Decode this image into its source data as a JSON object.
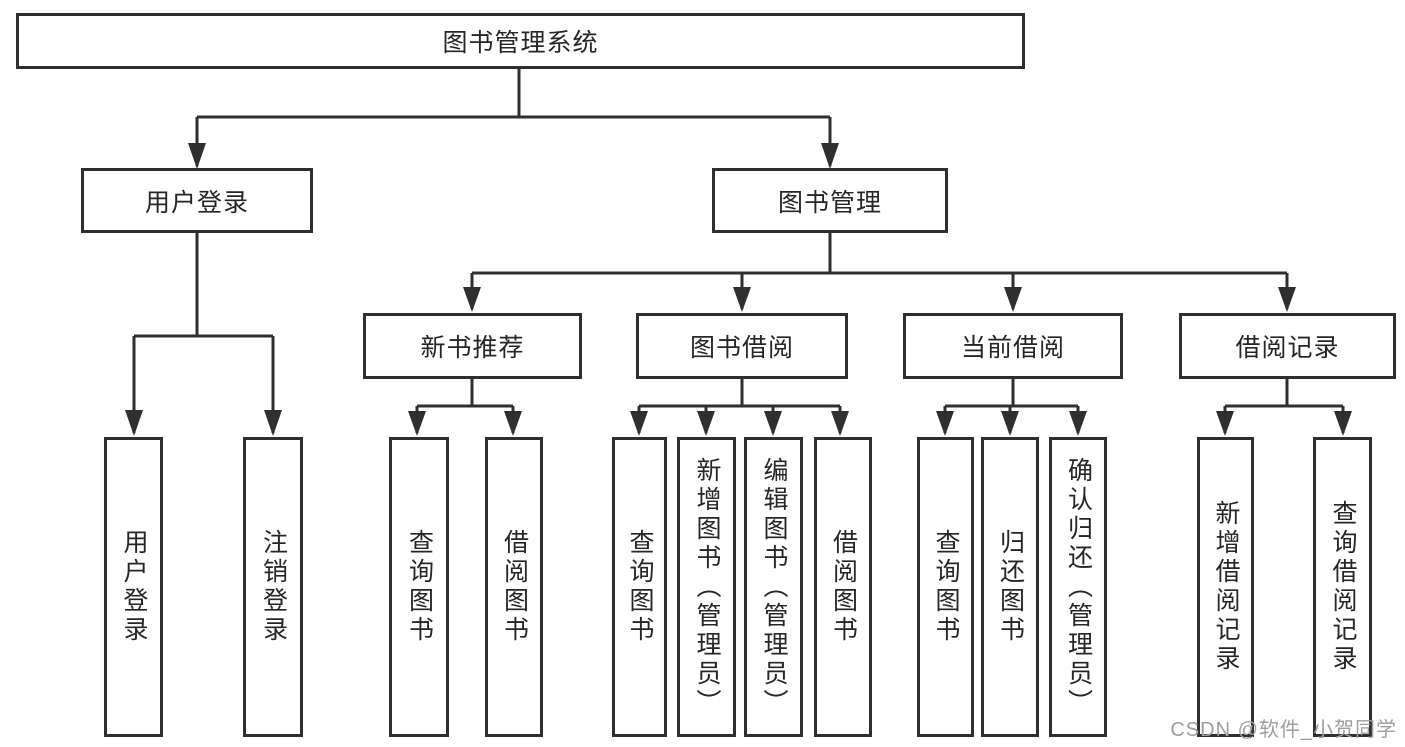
{
  "tree": {
    "root": {
      "label": "图书管理系统",
      "children": [
        {
          "label": "用户登录",
          "children": [
            {
              "label": "用户登录"
            },
            {
              "label": "注销登录"
            }
          ]
        },
        {
          "label": "图书管理",
          "children": [
            {
              "label": "新书推荐",
              "children": [
                {
                  "label": "查询图书"
                },
                {
                  "label": "借阅图书"
                }
              ]
            },
            {
              "label": "图书借阅",
              "children": [
                {
                  "label": "查询图书"
                },
                {
                  "label": "新增图书（管理员）"
                },
                {
                  "label": "编辑图书（管理员）"
                },
                {
                  "label": "借阅图书"
                }
              ]
            },
            {
              "label": "当前借阅",
              "children": [
                {
                  "label": "查询图书"
                },
                {
                  "label": "归还图书"
                },
                {
                  "label": "确认归还（管理员）"
                }
              ]
            },
            {
              "label": "借阅记录",
              "children": [
                {
                  "label": "新增借阅记录"
                },
                {
                  "label": "查询借阅记录"
                }
              ]
            }
          ]
        }
      ]
    }
  },
  "watermark": {
    "text": "CSDN @软件_小贺同学"
  },
  "colors": {
    "line": "#2f2f2f",
    "box_border": "#2f2f2f",
    "text": "#262626",
    "watermark": "#9e9e9e",
    "background": "#ffffff"
  }
}
